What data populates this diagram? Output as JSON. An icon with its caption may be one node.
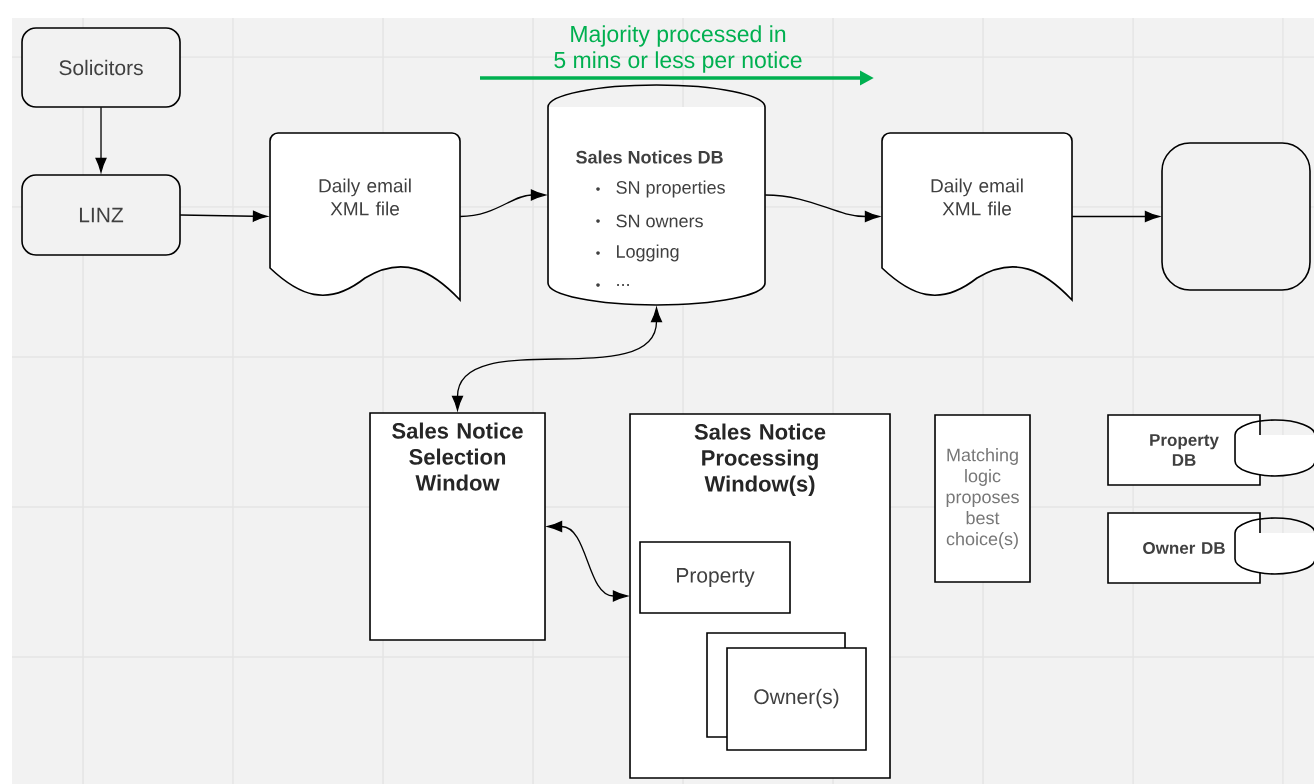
{
  "diagram": {
    "nodes": [
      {
        "text": [
          "Solicitors"
        ]
      },
      {
        "text": [
          "LINZ"
        ]
      },
      {
        "text": [
          "Daily email XML file"
        ]
      },
      {
        "text": [
          "Sales Notices DB",
          "SN properties",
          "SN owners",
          "Logging",
          "..."
        ]
      },
      {
        "text": [
          "Daily email XML file"
        ]
      },
      {
        "text": [],
        "shape": "box"
      },
      {
        "text": [
          "Sales Notice Selection Window"
        ]
      },
      {
        "text": [
          "Sales Notice Processing Window(s)"
        ]
      },
      {
        "text": [
          "Property"
        ],
        "in": 7
      },
      {
        "text": [
          "Owner(s)"
        ],
        "in": 7
      },
      {
        "text": [
          "Matching logic proposes best choice(s)"
        ]
      },
      {
        "text": [
          "Property DB"
        ]
      },
      {
        "text": [
          "Owner DB"
        ]
      }
    ],
    "edges": [
      {
        "from": 0,
        "to": 1,
        "arrow": "to"
      },
      {
        "from": 1,
        "to": 2,
        "arrow": "to"
      },
      {
        "from": 2,
        "to": 3,
        "arrow": "to"
      },
      {
        "from": 3,
        "to": 4,
        "arrow": "to"
      },
      {
        "from": 4,
        "to": 5,
        "arrow": "to"
      },
      {
        "from": 3,
        "to": 6,
        "arrow": "both"
      },
      {
        "from": 6,
        "to": 7,
        "arrow": "both"
      }
    ],
    "labels": [
      "Majority processed in",
      "5 mins or less per notice"
    ]
  }
}
